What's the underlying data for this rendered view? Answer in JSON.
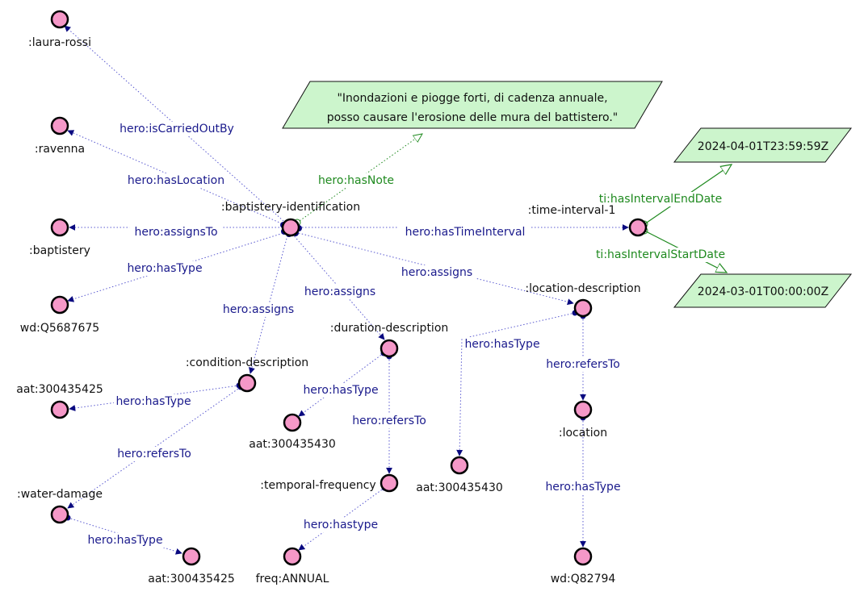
{
  "colors": {
    "node_fill": "#f598c8",
    "node_stroke": "#000000",
    "edge": "#1a1a8c",
    "arrow": "#0a0a80",
    "literal_fill": "#ccf5cc",
    "literal_edge": "#1f8a1f"
  },
  "nodes": [
    {
      "id": "laura",
      "label": ":laura-rossi"
    },
    {
      "id": "ravenna",
      "label": ":ravenna"
    },
    {
      "id": "baptistery",
      "label": ":baptistery"
    },
    {
      "id": "wdQ5687675",
      "label": "wd:Q5687675"
    },
    {
      "id": "bapid",
      "label": ":baptistery-identification"
    },
    {
      "id": "ti1",
      "label": ":time-interval-1"
    },
    {
      "id": "locdesc",
      "label": ":location-description"
    },
    {
      "id": "location",
      "label": ":location"
    },
    {
      "id": "wdQ82794",
      "label": "wd:Q82794"
    },
    {
      "id": "durdesc",
      "label": ":duration-description"
    },
    {
      "id": "aat430a",
      "label": "aat:300435430"
    },
    {
      "id": "tempfreq",
      "label": ":temporal-frequency"
    },
    {
      "id": "annual",
      "label": "freq:ANNUAL"
    },
    {
      "id": "aat430b",
      "label": "aat:300435430"
    },
    {
      "id": "conddesc",
      "label": ":condition-description"
    },
    {
      "id": "aat425a",
      "label": "aat:300435425"
    },
    {
      "id": "water",
      "label": ":water-damage"
    },
    {
      "id": "aat425b",
      "label": "aat:300435425"
    }
  ],
  "literals": [
    {
      "id": "note",
      "lines": [
        "\"Inondazioni e piogge forti, di cadenza annuale,",
        "posso causare l'erosione delle mura del battistero.\""
      ]
    },
    {
      "id": "enddate",
      "lines": [
        "2024-04-01T23:59:59Z"
      ]
    },
    {
      "id": "startdate",
      "lines": [
        "2024-03-01T00:00:00Z"
      ]
    }
  ],
  "edges": [
    {
      "from": "bapid",
      "to": "laura",
      "label": "hero:isCarriedOutBy"
    },
    {
      "from": "bapid",
      "to": "ravenna",
      "label": "hero:hasLocation"
    },
    {
      "from": "bapid",
      "to": "baptistery",
      "label": "hero:assignsTo"
    },
    {
      "from": "bapid",
      "to": "wdQ5687675",
      "label": "hero:hasType"
    },
    {
      "from": "bapid",
      "to": "note",
      "label": "hero:hasNote",
      "literal": true
    },
    {
      "from": "bapid",
      "to": "ti1",
      "label": "hero:hasTimeInterval"
    },
    {
      "from": "bapid",
      "to": "locdesc",
      "label": "hero:assigns"
    },
    {
      "from": "bapid",
      "to": "durdesc",
      "label": "hero:assigns"
    },
    {
      "from": "bapid",
      "to": "conddesc",
      "label": "hero:assigns"
    },
    {
      "from": "ti1",
      "to": "enddate",
      "label": "ti:hasIntervalEndDate",
      "literal": true
    },
    {
      "from": "ti1",
      "to": "startdate",
      "label": "ti:hasIntervalStartDate",
      "literal": true
    },
    {
      "from": "locdesc",
      "to": "aat430b",
      "label": "hero:hasType"
    },
    {
      "from": "locdesc",
      "to": "location",
      "label": "hero:refersTo"
    },
    {
      "from": "location",
      "to": "wdQ82794",
      "label": "hero:hasType"
    },
    {
      "from": "durdesc",
      "to": "aat430a",
      "label": "hero:hasType"
    },
    {
      "from": "durdesc",
      "to": "tempfreq",
      "label": "hero:refersTo"
    },
    {
      "from": "tempfreq",
      "to": "annual",
      "label": "hero:hastype"
    },
    {
      "from": "conddesc",
      "to": "aat425a",
      "label": "hero:hasType"
    },
    {
      "from": "conddesc",
      "to": "water",
      "label": "hero:refersTo"
    },
    {
      "from": "water",
      "to": "aat425b",
      "label": "hero:hasType"
    }
  ]
}
